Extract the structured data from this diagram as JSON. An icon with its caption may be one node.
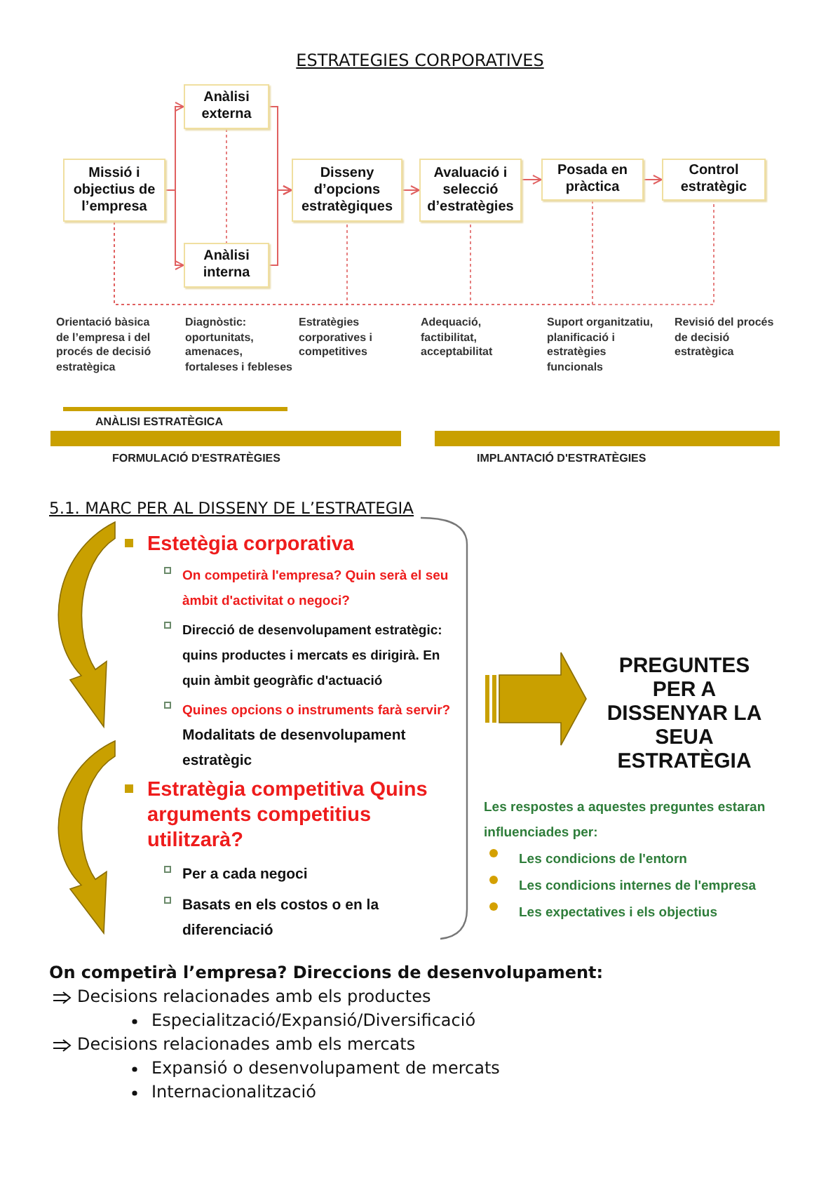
{
  "diagram": {
    "title": "ESTRATEGIES CORPORATIVES",
    "nodes": [
      {
        "text": [
          "Missió i objectius de l’empresa"
        ]
      },
      {
        "text": [
          "Anàlisi externa"
        ]
      },
      {
        "text": [
          "Anàlisi interna"
        ],
        "beside": [
          "Diagnòstic: oportunitats, amenaces, fortaleses i febleses"
        ]
      },
      {
        "text": [
          "Disseny d’opcions estratègiques"
        ]
      },
      {
        "text": [
          "Avaluació i selecció d’estratègies"
        ]
      },
      {
        "text": [
          "Posada en pràctica"
        ]
      },
      {
        "text": [
          "Control estratègic"
        ]
      }
    ],
    "edges": [
      {
        "from": 0,
        "to": 1,
        "arrow": "to"
      },
      {
        "from": 0,
        "to": 2,
        "arrow": "to"
      },
      {
        "from": 1,
        "to": 3,
        "arrow": "to"
      },
      {
        "from": 2,
        "to": 3,
        "arrow": "to"
      },
      {
        "from": 3,
        "to": 4,
        "arrow": "to"
      },
      {
        "from": 4,
        "to": 5,
        "arrow": "to"
      },
      {
        "from": 5,
        "to": 6,
        "arrow": "to"
      },
      {
        "from": 1,
        "to": 2,
        "arrow": "none",
        "style": "dashed"
      },
      {
        "from": 0,
        "to": 3,
        "arrow": "none",
        "style": "dashed"
      },
      {
        "from": 0,
        "to": 4,
        "arrow": "none",
        "style": "dashed"
      },
      {
        "from": 0,
        "to": 5,
        "arrow": "none",
        "style": "dashed"
      },
      {
        "from": 0,
        "to": 6,
        "arrow": "none",
        "style": "dashed"
      }
    ],
    "labels": [
      "Orientació bàsica de l’empresa i del procés de decisió estratègica",
      "Estratègies corporatives i competitives",
      "Adequació, factibilitat, acceptabilitat",
      "Suport organitzatiu, planificació i estratègies funcionals",
      "Revisió del procés de decisió estratègica",
      "ANÀLISI ESTRATÈGICA",
      "FORMULACIÓ D'ESTRATÈGIES",
      "IMPLANTACIÓ D'ESTRATÈGIES",
      "5.1. MARC PER AL DISSENY DE L’ESTRATEGIA",
      "Estetègia corporativa",
      "On competirà l'empresa? Quin serà el seu àmbit d'activitat o negoci?",
      "Direcció de desenvolupament estratègic: quins productes i mercats es dirigirà. En quin àmbit geogràfic d'actuació",
      "Quines opcions o instruments farà servir?",
      "Modalitats de desenvolupament estratègic",
      "Estratègia competitiva Quins arguments competitius utilitzarà?",
      "Per a cada negoci",
      "Basats en els costos o en la diferenciació",
      "PREGUNTES PER A DISSENYAR LA SEUA ESTRATÈGIA",
      "Les respostes a aquestes preguntes estaran influenciades per:",
      "Les condicions de l'entorn",
      "Les condicions internes de l'empresa",
      "Les expectatives i els objectius",
      "On competirà l’empresa? Direccions de desenvolupament:",
      "Decisions relacionades amb els productes",
      "Especialització/Expansió/Diversificació",
      "Decisions relacionades amb els mercats",
      "Expansió o desenvolupament de mercats",
      "Internacionalització"
    ]
  }
}
